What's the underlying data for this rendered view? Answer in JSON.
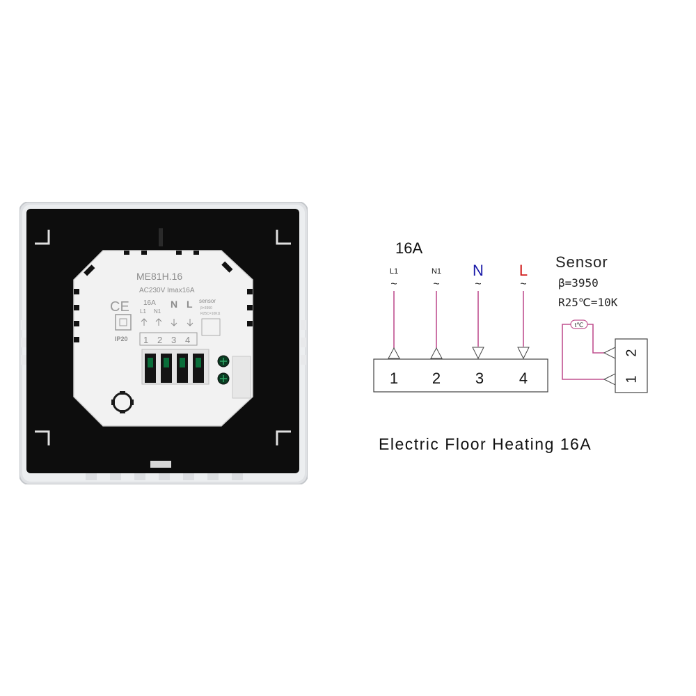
{
  "device": {
    "model": "ME81H.16",
    "rating": "AC230V Imax16A",
    "ce_mark": "CE",
    "current_label": "16A",
    "l1_label": "L1",
    "n1_label": "N1",
    "n_label": "N",
    "l_label": "L",
    "sensor_label": "sensor",
    "sensor_beta": "β=3950",
    "sensor_r": "R25C=10KΩ",
    "ip_rating": "IP20",
    "terminals": [
      "1",
      "2",
      "3",
      "4"
    ]
  },
  "wiring": {
    "current": "16A",
    "inputs": [
      {
        "label": "L1",
        "tilde": "~"
      },
      {
        "label": "N1",
        "tilde": "~"
      },
      {
        "label": "N",
        "tilde": "~"
      },
      {
        "label": "L",
        "tilde": "~"
      }
    ],
    "terminals": [
      "1",
      "2",
      "3",
      "4"
    ],
    "sensor": {
      "title": "Sensor",
      "beta": "β=3950",
      "resistance": "R25℃=10K",
      "thermistor": "t℃",
      "terminals": [
        "2",
        "1"
      ]
    },
    "caption": "Electric Floor Heating 16A"
  },
  "colors": {
    "wire": "#c0508f",
    "n_label": "#1a1aa8",
    "l_label": "#d01818",
    "panel_black": "#0d0d0d",
    "frame_silver": "#d9dbde"
  }
}
